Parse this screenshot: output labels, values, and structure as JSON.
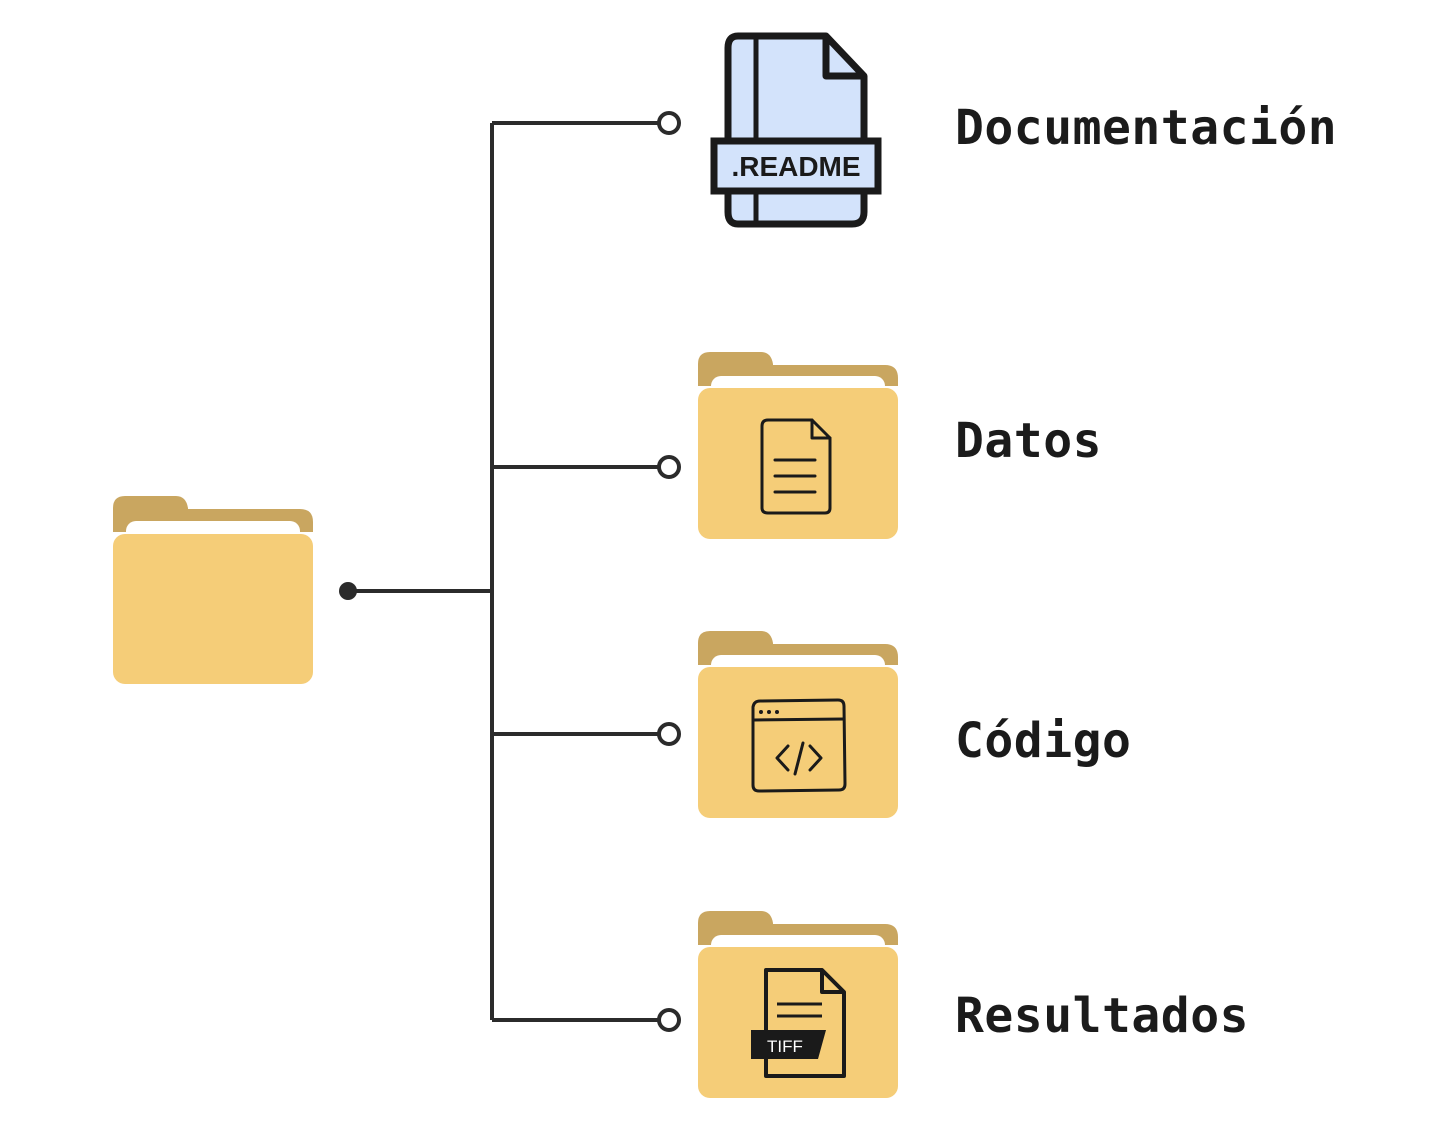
{
  "colors": {
    "folder_front": "#f5cd78",
    "folder_back": "#c9a660",
    "folder_paper": "#ffffff",
    "line": "#2b2b2b",
    "readme_fill": "#d3e3fb",
    "readme_stroke": "#1a1a1a"
  },
  "root": {
    "icon": "folder-icon"
  },
  "branches": [
    {
      "label": "Documentación",
      "icon": "readme-file-icon",
      "badge": ".README"
    },
    {
      "label": "Datos",
      "icon": "document-icon"
    },
    {
      "label": "Código",
      "icon": "code-window-icon"
    },
    {
      "label": "Resultados",
      "icon": "tiff-file-icon",
      "badge": "TIFF"
    }
  ]
}
